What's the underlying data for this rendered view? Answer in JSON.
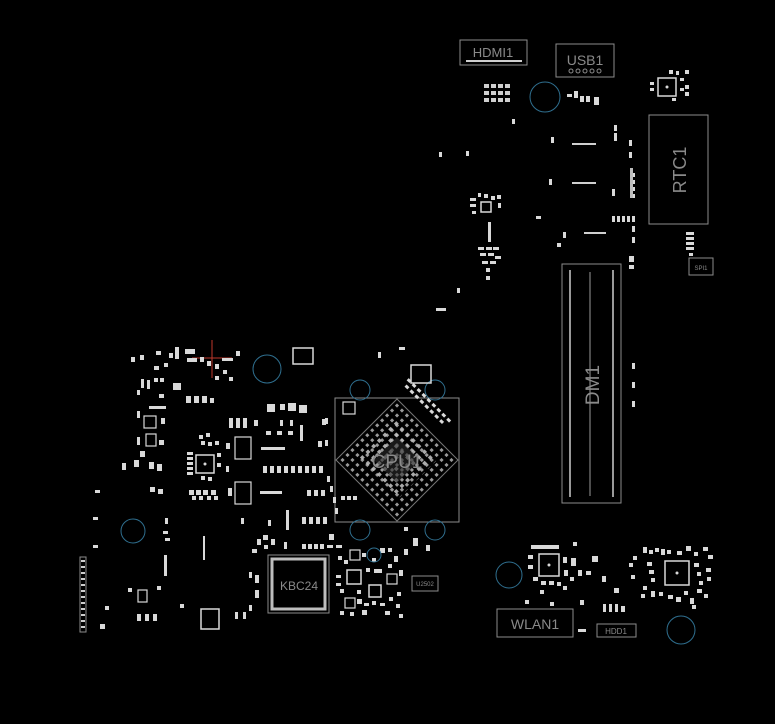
{
  "title": "",
  "components": {
    "hdmi": "HDMI1",
    "usb": "USB1",
    "rtc": "RTC1",
    "dimm": "DM1",
    "cpu": "CPU1",
    "kbc": "KBC24",
    "wlan": "WLAN1",
    "hdd": "HDD1",
    "spi": "SPI1",
    "ic_small": "U2502"
  },
  "colors": {
    "background": "#000000",
    "outline": "#8c8c8c",
    "pad": "#d9d9d9",
    "via_ring": "#2f6f8f",
    "marker": "#c0392b"
  }
}
